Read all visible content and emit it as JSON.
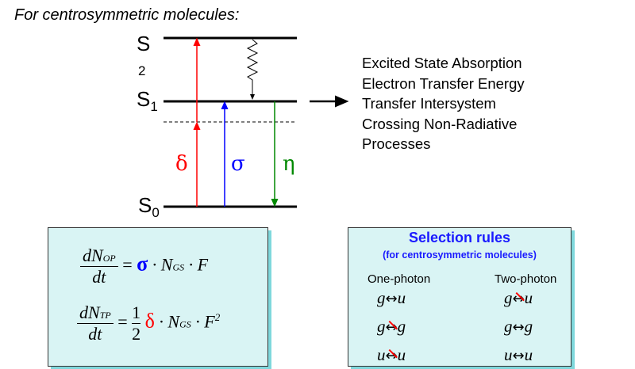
{
  "title": "For centrosymmetric molecules:",
  "levels": {
    "s2": "S",
    "s2_sub": "2",
    "s1": "S",
    "s1_sub": "1",
    "s0": "S",
    "s0_sub": "0"
  },
  "transitions": {
    "delta": "δ",
    "sigma": "σ",
    "eta": "η"
  },
  "colors": {
    "delta": "#ff0000",
    "sigma": "#0000ff",
    "eta": "#008000",
    "box_bg": "#d9f4f4",
    "heading": "#1a1aff"
  },
  "processes": "Excited State Absorption Electron Transfer   Energy Transfer Intersystem Crossing Non-Radiative Processes",
  "equations": {
    "eq1": {
      "num": "dN",
      "num_sub": "OP",
      "den": "dt",
      "eq": "=",
      "coef": "σ",
      "rest": "· N",
      "rest_sub": "GS",
      "tail": "· F"
    },
    "eq2": {
      "num": "dN",
      "num_sub": "TP",
      "den": "dt",
      "eq": "=",
      "half_num": "1",
      "half_den": "2",
      "coef": "δ",
      "rest": "· N",
      "rest_sub": "GS",
      "tail": "· F",
      "tail_sup": "2"
    }
  },
  "selection": {
    "title": "Selection rules",
    "subtitle": "(for centrosymmetric molecules)",
    "col1": "One-photon",
    "col2": "Two-photon",
    "one": [
      {
        "a": "g",
        "b": "u",
        "allowed": true
      },
      {
        "a": "g",
        "b": "g",
        "allowed": false
      },
      {
        "a": "u",
        "b": "u",
        "allowed": false
      }
    ],
    "two": [
      {
        "a": "g",
        "b": "u",
        "allowed": false
      },
      {
        "a": "g",
        "b": "g",
        "allowed": true
      },
      {
        "a": "u",
        "b": "u",
        "allowed": true
      }
    ],
    "arrow": "↔"
  }
}
